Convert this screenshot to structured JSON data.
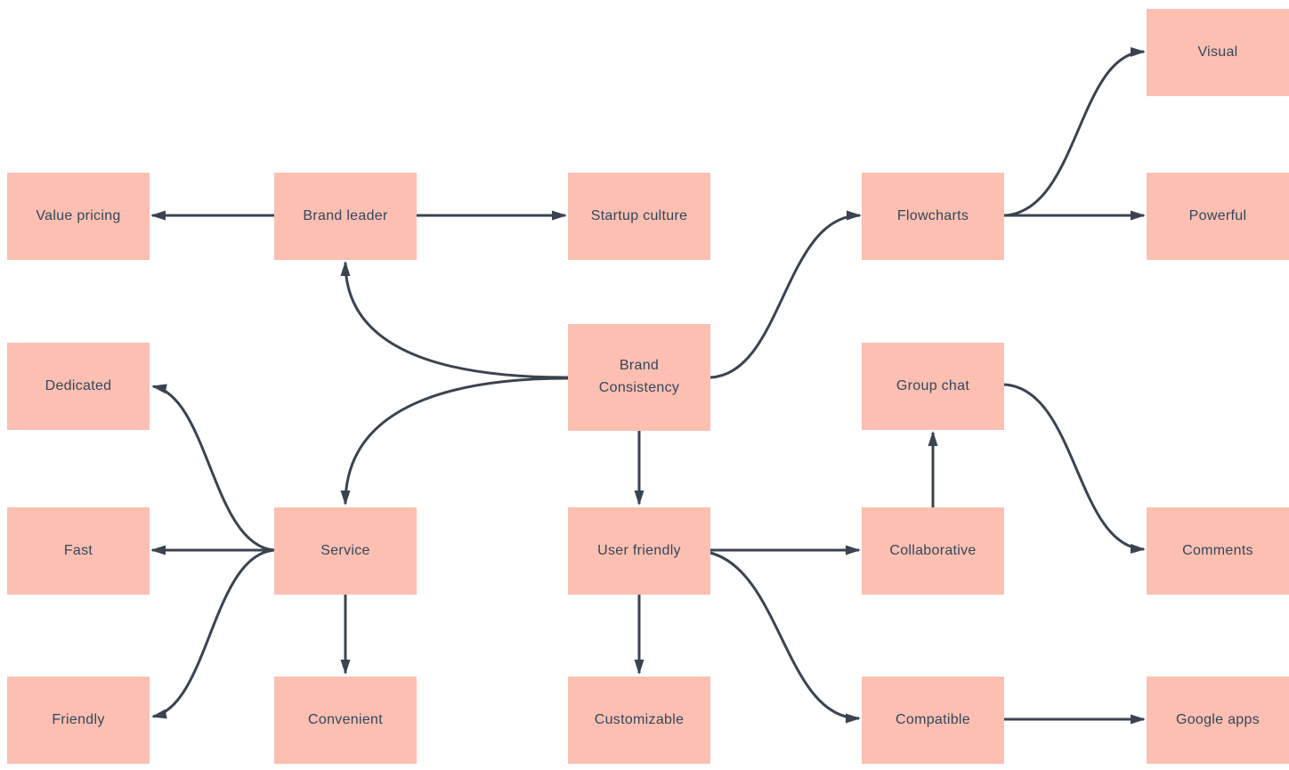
{
  "diagram": {
    "type": "mind-map",
    "center_node": "Brand Consistency"
  },
  "colors": {
    "node_fill": "#fcbfb2",
    "text": "#33475b",
    "edge": "#3a4450",
    "background": "#ffffff"
  },
  "nodes": {
    "brand_consistency": {
      "label": "Brand\nConsistency"
    },
    "brand_leader": {
      "label": "Brand leader"
    },
    "value_pricing": {
      "label": "Value pricing"
    },
    "startup_culture": {
      "label": "Startup culture"
    },
    "flowcharts": {
      "label": "Flowcharts"
    },
    "visual": {
      "label": "Visual"
    },
    "powerful": {
      "label": "Powerful"
    },
    "dedicated": {
      "label": "Dedicated"
    },
    "group_chat": {
      "label": "Group chat"
    },
    "fast": {
      "label": "Fast"
    },
    "service": {
      "label": "Service"
    },
    "user_friendly": {
      "label": "User friendly"
    },
    "collaborative": {
      "label": "Collaborative"
    },
    "comments": {
      "label": "Comments"
    },
    "friendly": {
      "label": "Friendly"
    },
    "convenient": {
      "label": "Convenient"
    },
    "customizable": {
      "label": "Customizable"
    },
    "compatible": {
      "label": "Compatible"
    },
    "google_apps": {
      "label": "Google apps"
    }
  },
  "edges": [
    {
      "from": "brand_consistency",
      "to": "brand_leader"
    },
    {
      "from": "brand_consistency",
      "to": "flowcharts"
    },
    {
      "from": "brand_consistency",
      "to": "service"
    },
    {
      "from": "brand_consistency",
      "to": "user_friendly"
    },
    {
      "from": "brand_leader",
      "to": "value_pricing"
    },
    {
      "from": "brand_leader",
      "to": "startup_culture"
    },
    {
      "from": "flowcharts",
      "to": "visual"
    },
    {
      "from": "flowcharts",
      "to": "powerful"
    },
    {
      "from": "service",
      "to": "dedicated"
    },
    {
      "from": "service",
      "to": "fast"
    },
    {
      "from": "service",
      "to": "friendly"
    },
    {
      "from": "service",
      "to": "convenient"
    },
    {
      "from": "user_friendly",
      "to": "collaborative"
    },
    {
      "from": "user_friendly",
      "to": "customizable"
    },
    {
      "from": "user_friendly",
      "to": "compatible"
    },
    {
      "from": "collaborative",
      "to": "group_chat"
    },
    {
      "from": "group_chat",
      "to": "comments"
    },
    {
      "from": "compatible",
      "to": "google_apps"
    }
  ]
}
